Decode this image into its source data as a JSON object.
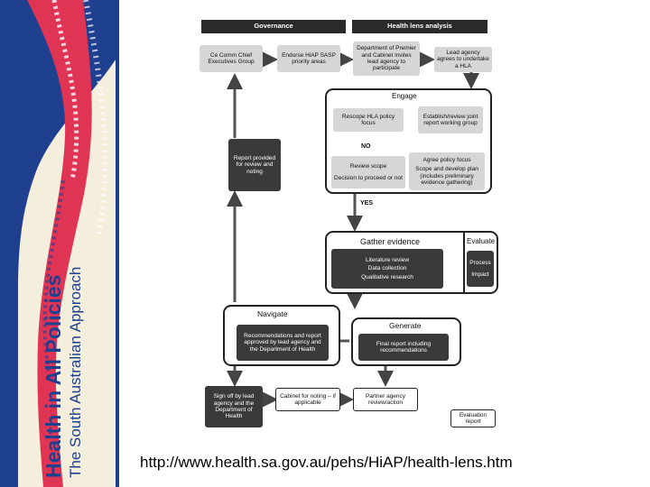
{
  "sidebar": {
    "title": "Health in All Policies",
    "subtitle": "The South Australian Approach",
    "colors": {
      "blue": "#1f3f8f",
      "red": "#e03455",
      "cream": "#f4eedc"
    }
  },
  "diagram": {
    "headers": {
      "governance": "Governance",
      "health_lens": "Health lens analysis"
    },
    "top": {
      "ceo": "Ce Comm Chief Executives Group",
      "endorse": "Endorse HiAP SASP priority areas",
      "dept": "Department of Premier and Cabinet invites lead agency to participate",
      "lead": "Lead agency agrees to undertake a HLA"
    },
    "engage": {
      "title": "Engage",
      "rescope": "Rescope HLA policy focus",
      "establish": "Establish/review joint report working group",
      "no": "NO",
      "review_scope": "Review scope",
      "decision": "Decision to proceed or not",
      "agree": "Agree policy focus",
      "scope_plan": "Scope and develop plan (includes preliminary evidence gathering)"
    },
    "yes": "YES",
    "report": "Report provided for review and noting",
    "gather": {
      "title": "Gather evidence",
      "items": [
        "Literature review",
        "Data collection",
        "Qualitative research"
      ]
    },
    "evaluate": {
      "title": "Evaluate",
      "items": [
        "Process",
        "Impact"
      ]
    },
    "navigate": {
      "title": "Navigate",
      "text": "Recommendations and report approved by lead agency and the Department of Health"
    },
    "generate": {
      "title": "Generate",
      "text": "Final report including recommendations"
    },
    "bottom": {
      "signoff": "Sign off by lead agency and the Department of Health",
      "cabinet": "Cabinet for noting – if applicable",
      "partner": "Partner agency review/action",
      "eval_report": "Evaluation report"
    }
  },
  "url": "http://www.health.sa.gov.au/pehs/HiAP/health-lens.htm"
}
